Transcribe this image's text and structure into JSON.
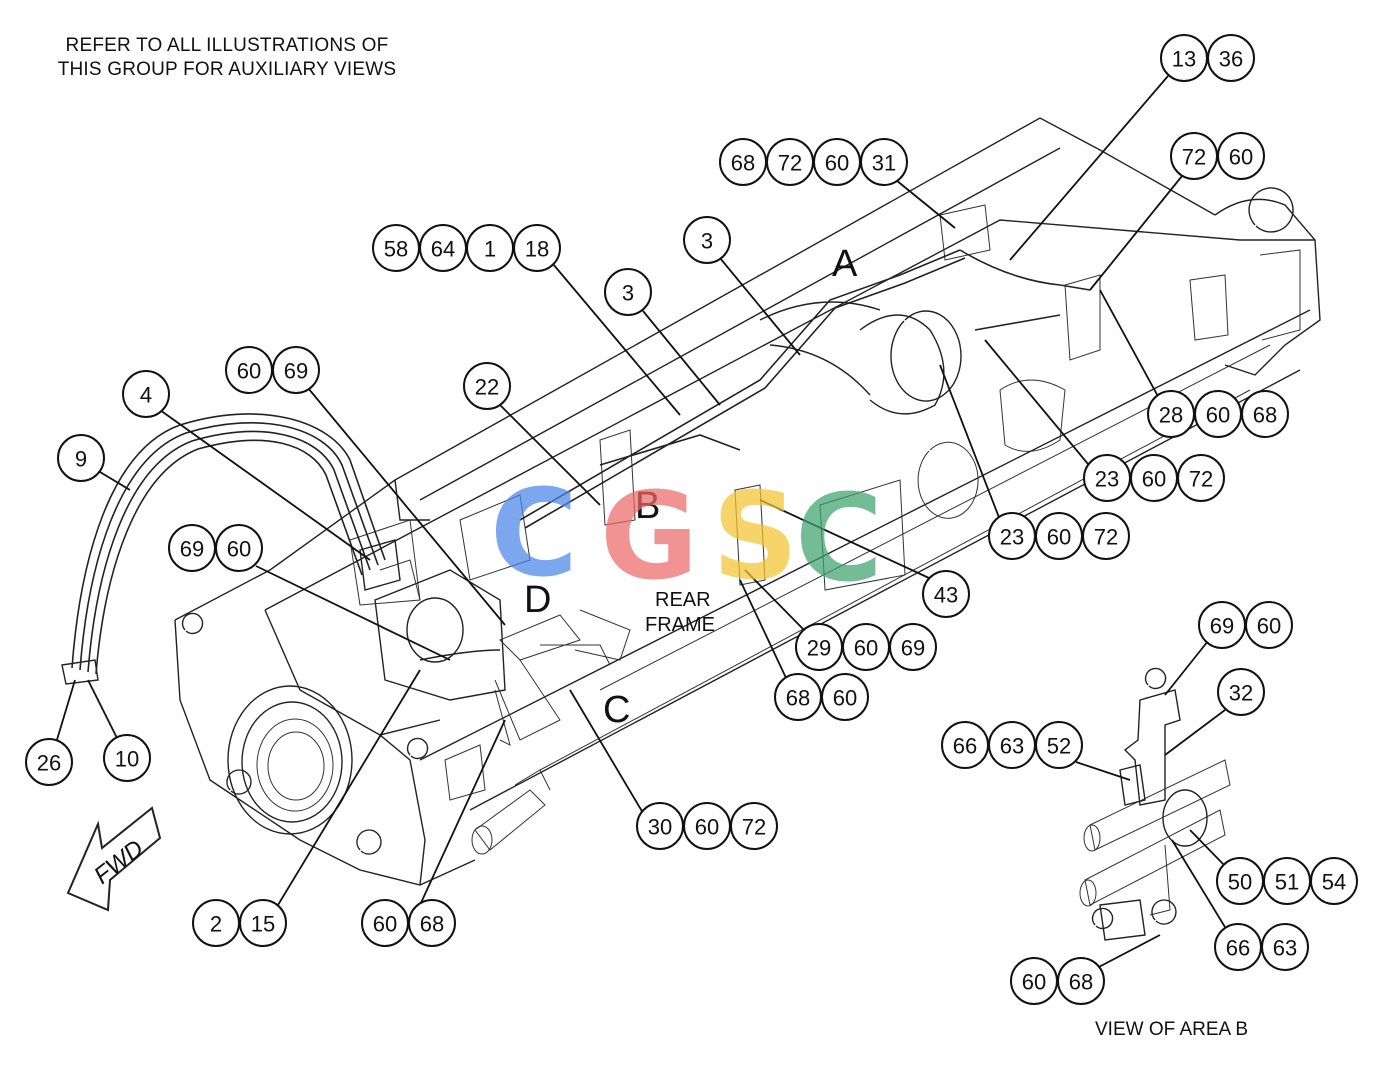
{
  "notes": {
    "refer_line1": "REFER TO ALL ILLUSTRATIONS OF",
    "refer_line2": "THIS GROUP FOR AUXILIARY VIEWS",
    "view_caption": "VIEW OF AREA B",
    "rear_frame_line1": "REAR",
    "rear_frame_line2": "FRAME",
    "fwd": "FWD"
  },
  "area_letters": [
    "A",
    "B",
    "C",
    "D"
  ],
  "watermark": {
    "letters": [
      "C",
      "G",
      "S",
      "C"
    ],
    "colors": [
      "#4a86e8",
      "#ee6a6a",
      "#f5c431",
      "#3fa36f"
    ]
  },
  "callouts": [
    {
      "id": "c-13-36",
      "numbers": [
        "13",
        "36"
      ]
    },
    {
      "id": "c-68-72-60-31",
      "numbers": [
        "68",
        "72",
        "60",
        "31"
      ]
    },
    {
      "id": "c-72-60-top",
      "numbers": [
        "72",
        "60"
      ]
    },
    {
      "id": "c-58-64-1-18",
      "numbers": [
        "58",
        "64",
        "1",
        "18"
      ]
    },
    {
      "id": "c-3-a",
      "numbers": [
        "3"
      ]
    },
    {
      "id": "c-3-b",
      "numbers": [
        "3"
      ]
    },
    {
      "id": "c-60-69",
      "numbers": [
        "60",
        "69"
      ]
    },
    {
      "id": "c-4",
      "numbers": [
        "4"
      ]
    },
    {
      "id": "c-22",
      "numbers": [
        "22"
      ]
    },
    {
      "id": "c-28-60-68",
      "numbers": [
        "28",
        "60",
        "68"
      ]
    },
    {
      "id": "c-9",
      "numbers": [
        "9"
      ]
    },
    {
      "id": "c-23-60-72-a",
      "numbers": [
        "23",
        "60",
        "72"
      ]
    },
    {
      "id": "c-69-60-left",
      "numbers": [
        "69",
        "60"
      ]
    },
    {
      "id": "c-23-60-72-b",
      "numbers": [
        "23",
        "60",
        "72"
      ]
    },
    {
      "id": "c-43",
      "numbers": [
        "43"
      ]
    },
    {
      "id": "c-29-60-69",
      "numbers": [
        "29",
        "60",
        "69"
      ]
    },
    {
      "id": "c-69-60-right",
      "numbers": [
        "69",
        "60"
      ]
    },
    {
      "id": "c-68-60",
      "numbers": [
        "68",
        "60"
      ]
    },
    {
      "id": "c-32",
      "numbers": [
        "32"
      ]
    },
    {
      "id": "c-66-63-52",
      "numbers": [
        "66",
        "63",
        "52"
      ]
    },
    {
      "id": "c-26",
      "numbers": [
        "26"
      ]
    },
    {
      "id": "c-10",
      "numbers": [
        "10"
      ]
    },
    {
      "id": "c-30-60-72",
      "numbers": [
        "30",
        "60",
        "72"
      ]
    },
    {
      "id": "c-50-51-54",
      "numbers": [
        "50",
        "51",
        "54"
      ]
    },
    {
      "id": "c-2-15",
      "numbers": [
        "2",
        "15"
      ]
    },
    {
      "id": "c-60-68-bottom",
      "numbers": [
        "60",
        "68"
      ]
    },
    {
      "id": "c-66-63",
      "numbers": [
        "66",
        "63"
      ]
    },
    {
      "id": "c-60-68-view",
      "numbers": [
        "60",
        "68"
      ]
    }
  ]
}
